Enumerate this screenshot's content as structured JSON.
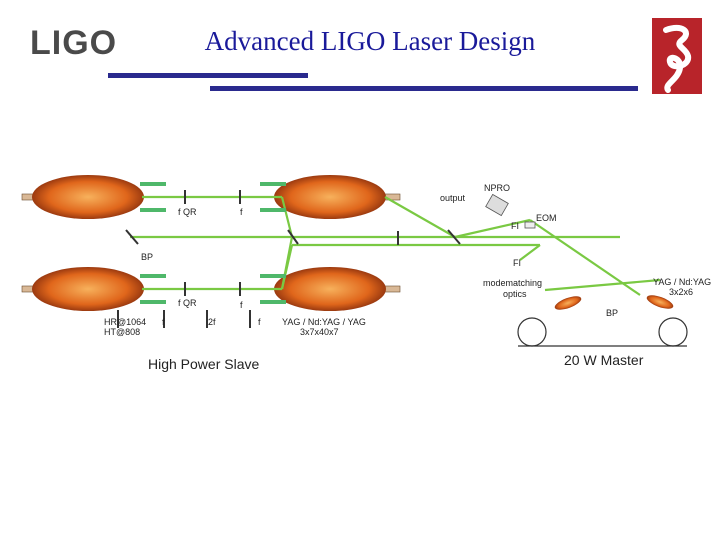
{
  "header": {
    "logo_text": "LIGO",
    "title": "Advanced LIGO Laser Design"
  },
  "diagram": {
    "labels": {
      "output": "output",
      "npro": "NPRO",
      "fi_top": "FI",
      "eom": "EOM",
      "bp_left": "BP",
      "fi_mid": "FI",
      "mode_matching": "modematching",
      "optics": "optics",
      "yag_master_1": "YAG / Nd:YAG",
      "yag_master_2": "3x2x6",
      "bp_right": "BP",
      "qr_top": "f QR",
      "f_top": "f",
      "qr_bottom": "f QR",
      "f_bottom": "f",
      "hr": "HR@1064",
      "ht": "HT@808",
      "f_lens1": "f",
      "two_f": "2f",
      "f_lens2": "f",
      "yag_slave_1": "YAG / Nd:YAG / YAG",
      "yag_slave_2": "3x7x40x7"
    },
    "sections": {
      "slave": "High Power Slave",
      "master": "20 W Master"
    }
  },
  "colors": {
    "title": "#1a1a9a",
    "rule": "#2a2a8e",
    "beam": "#7ac943",
    "pump": "#e0661b",
    "emblem": "#b8242a"
  }
}
